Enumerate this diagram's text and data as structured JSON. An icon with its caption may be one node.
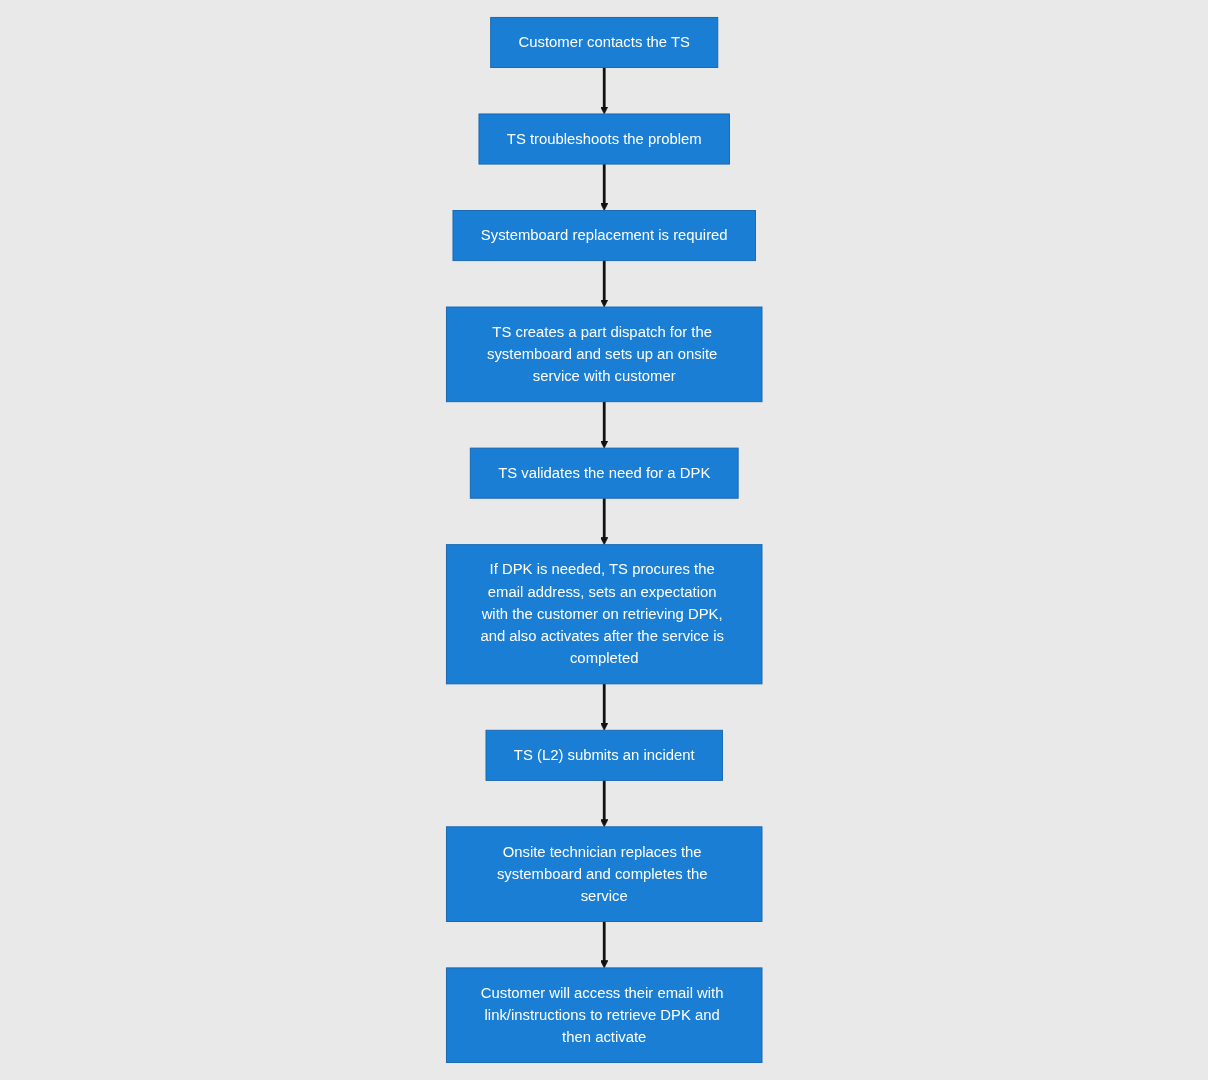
{
  "diagram": {
    "nodes": [
      {
        "text": [
          "Customer contacts the TS"
        ]
      },
      {
        "text": [
          "TS troubleshoots the problem"
        ]
      },
      {
        "text": [
          "Systemboard replacement is required"
        ]
      },
      {
        "text": [
          "If DPK is needed, TS procures the email address, sets an expectation with the customer on retrieving DPK, and also activates after the service is completed"
        ]
      },
      {
        "text": [
          "TS validates the need for a DPK"
        ]
      },
      {
        "text": [
          "TS creates a part dispatch for the systemboard and sets up an onsite service with customer"
        ]
      },
      {
        "text": [
          "TS (L2) submits an incident"
        ]
      },
      {
        "text": [
          "Onsite technician replaces the systemboard and completes the service"
        ]
      },
      {
        "text": [
          "Customer will access their email with link/instructions to retrieve DPK and then activate"
        ]
      }
    ],
    "edges": [
      {
        "from": 0,
        "to": 1,
        "arrow": "to"
      },
      {
        "from": 1,
        "to": 2,
        "arrow": "to"
      },
      {
        "from": 2,
        "to": 5,
        "arrow": "to"
      },
      {
        "from": 5,
        "to": 4,
        "arrow": "to"
      },
      {
        "from": 4,
        "to": 3,
        "arrow": "to"
      },
      {
        "from": 3,
        "to": 6,
        "arrow": "to"
      },
      {
        "from": 6,
        "to": 7,
        "arrow": "to"
      },
      {
        "from": 7,
        "to": 8,
        "arrow": "to"
      }
    ]
  }
}
